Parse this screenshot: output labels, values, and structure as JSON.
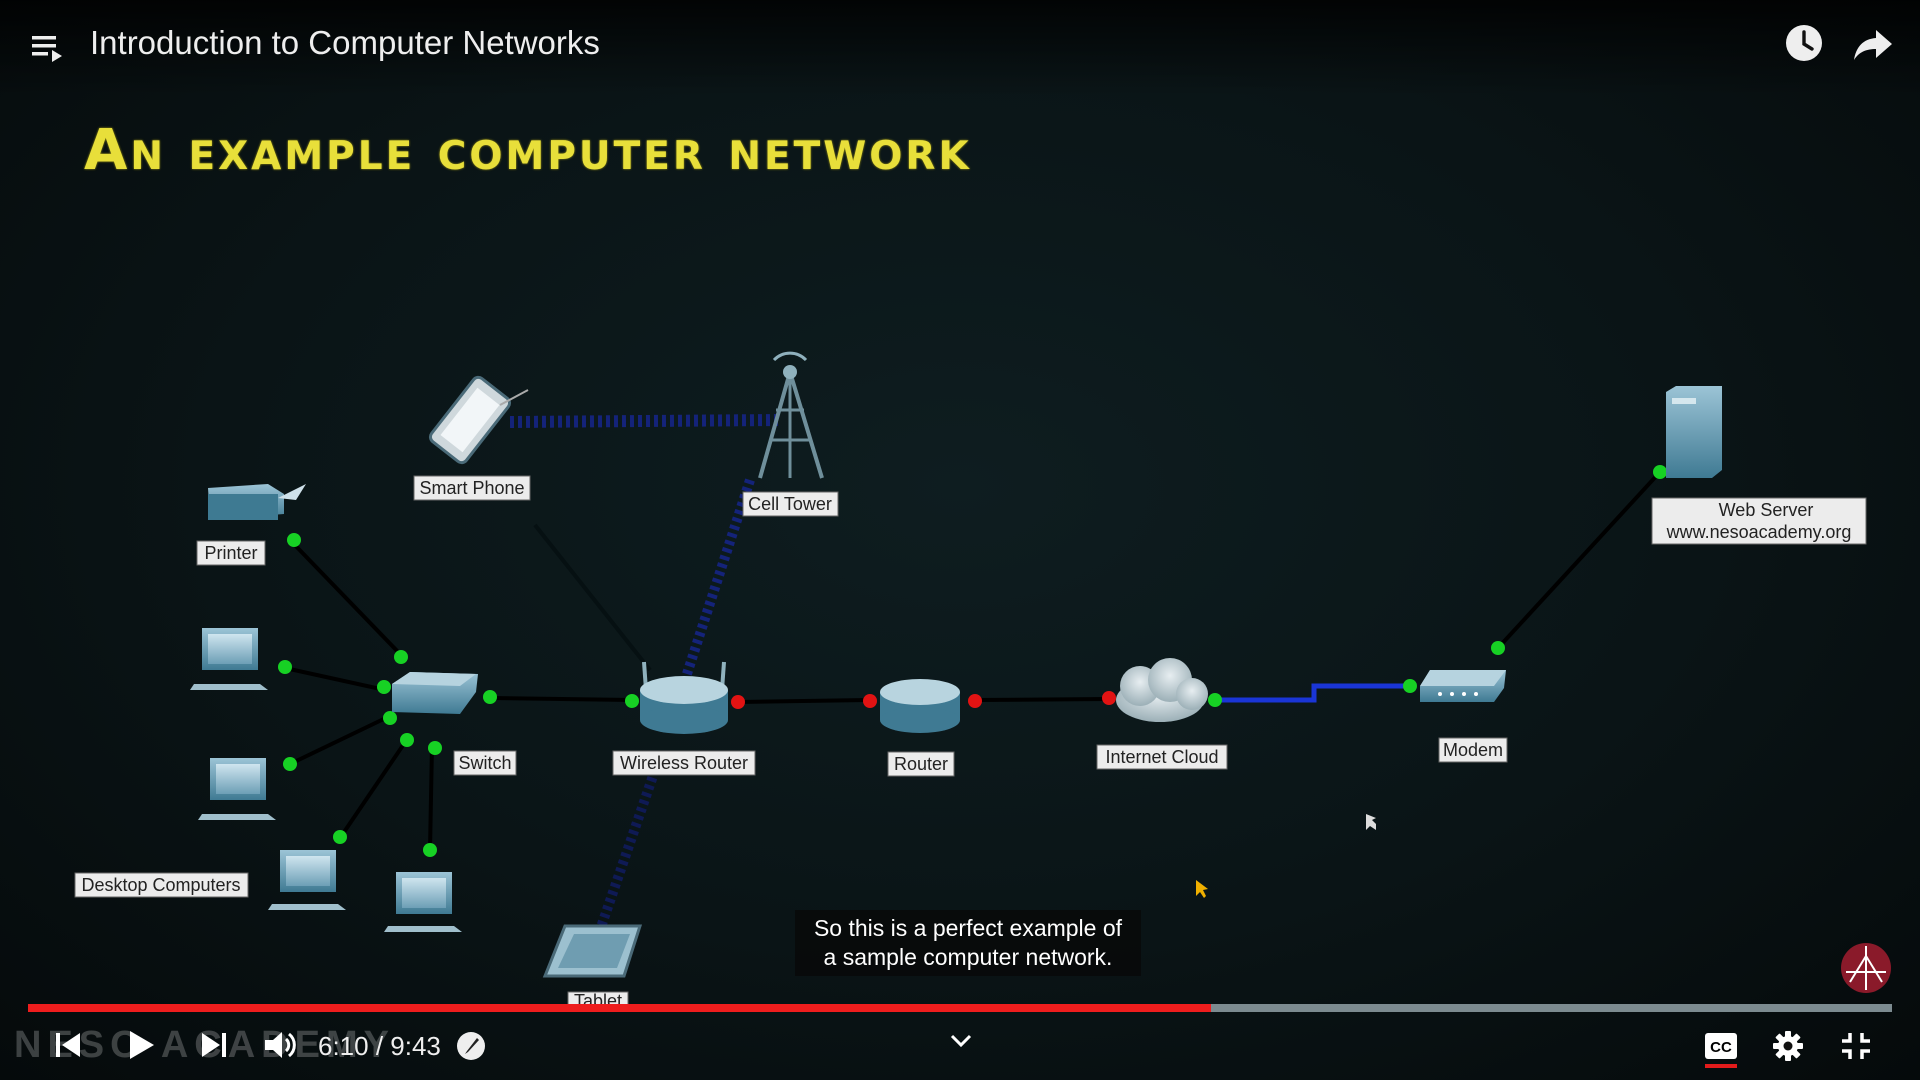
{
  "player": {
    "title": "Introduction to Computer Networks",
    "time_current": "6:10",
    "time_separator": " / ",
    "time_total": "9:43",
    "progress_fraction": 0.6346,
    "caption_lines": [
      "So this is a perfect example of",
      "a sample computer network."
    ],
    "watermark": "NESO ACADEMY",
    "colors": {
      "progress_played": "#ee1d1d",
      "progress_track": "#7c8b90",
      "heading": "#e8df3a"
    },
    "icons": {
      "playlist": "playlist-icon",
      "watch_later": "clock-icon",
      "share": "share-icon",
      "prev": "skip-previous-icon",
      "play": "play-icon",
      "next": "skip-next-icon",
      "volume": "volume-icon",
      "autoplay": "autoplay-icon",
      "expand": "chevron-down-icon",
      "captions": "cc-icon",
      "settings": "gear-icon",
      "fullscreen_exit": "exit-fullscreen-icon"
    }
  },
  "slide": {
    "heading": "An example computer network",
    "labels": {
      "smart_phone": "Smart Phone",
      "cell_tower": "Cell Tower",
      "printer": "Printer",
      "switch": "Switch",
      "wireless_router": "Wireless Router",
      "router": "Router",
      "internet_cloud": "Internet Cloud",
      "modem": "Modem",
      "web_server_line1": "Web Server",
      "web_server_line2": "www.nesoacademy.org",
      "desktop_computers": "Desktop Computers",
      "tablet": "Tablet"
    }
  }
}
